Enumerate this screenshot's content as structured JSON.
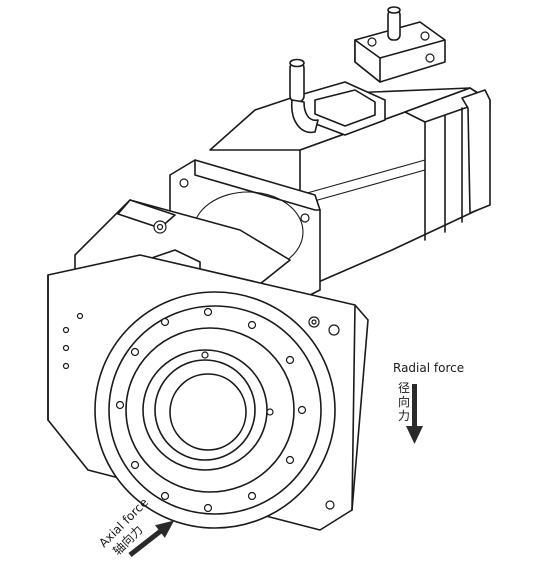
{
  "labels": {
    "radial_en": "Radial force",
    "radial_cn": "径向力",
    "axial_en": "Axial force",
    "axial_cn": "轴向力"
  },
  "colors": {
    "line": "#1a1a1a",
    "arrow": "#2a2a2a",
    "background": "#ffffff"
  }
}
